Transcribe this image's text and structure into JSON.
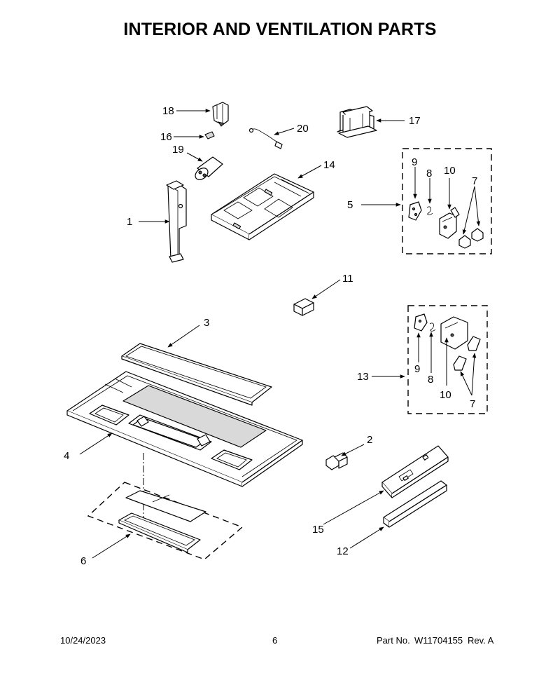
{
  "title": "INTERIOR AND VENTILATION PARTS",
  "callouts": {
    "c1": "1",
    "c2": "2",
    "c3": "3",
    "c4": "4",
    "c5": "5",
    "c6": "6",
    "c7a": "7",
    "c7b": "7",
    "c8a": "8",
    "c8b": "8",
    "c9a": "9",
    "c9b": "9",
    "c10a": "10",
    "c10b": "10",
    "c11": "11",
    "c12": "12",
    "c13": "13",
    "c14": "14",
    "c15": "15",
    "c16": "16",
    "c17": "17",
    "c18": "18",
    "c19": "19",
    "c20": "20"
  },
  "footer": {
    "date": "10/24/2023",
    "page": "6",
    "part_label": "Part No.",
    "part_number": "W11704155",
    "revision": "Rev.  A"
  }
}
